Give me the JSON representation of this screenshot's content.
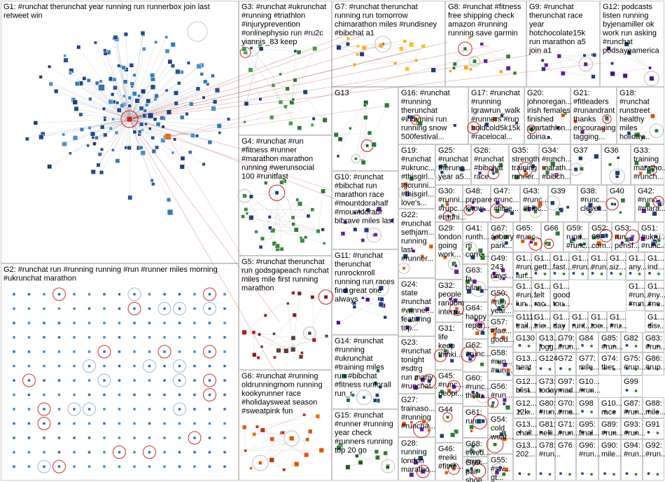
{
  "groups": [
    {
      "id": "G1",
      "lines": [
        "G1: #runchat therunchat year running run runnerbox join last",
        "retweet win"
      ]
    },
    {
      "id": "G2",
      "lines": [
        "G2: #runchat run #running running #run #runner miles morning",
        "#ukrunchat marathon"
      ]
    },
    {
      "id": "G3",
      "lines": [
        "G3: #runchat #ukrunchat",
        "#running #triathlon",
        "#injuryprevention",
        "#onlinephysio run #ru2c",
        "yiannis_83 keep"
      ]
    },
    {
      "id": "G4",
      "lines": [
        "G4: #runchat #run",
        "#fitness #runner",
        "#marathon marathon",
        "running #werunsocial",
        "100 #runitfast"
      ]
    },
    {
      "id": "G5",
      "lines": [
        "G5: #runchat therunchat",
        "run godsgapeach runchat",
        "miles mile first running",
        "marathon"
      ]
    },
    {
      "id": "G6",
      "lines": [
        "G6: #runchat #running",
        "oldrunningmom running",
        "kookyrunner race",
        "#holidaysweat season",
        "#sweatpink fun"
      ]
    },
    {
      "id": "G7",
      "lines": [
        "G7: #runchat therunchat",
        "running run tomorrow",
        "chimarathon miles #rundisney",
        "#bibchat a1"
      ]
    },
    {
      "id": "G8",
      "lines": [
        "G8: #runchat #fitness",
        "free shipping check",
        "amazon #running",
        "running save garmin"
      ]
    },
    {
      "id": "G9",
      "lines": [
        "G9: #runchat",
        "therunchat race",
        "year",
        "hotchocolate15k",
        "run marathon a5",
        "join a1"
      ]
    },
    {
      "id": "G10",
      "lines": [
        "G10: #runchat",
        "#bibchat run",
        "marathon race",
        "#mountdorahalf",
        "#mountdorabr",
        "bibrave miles last"
      ]
    },
    {
      "id": "G11",
      "lines": [
        "G11: #runchat",
        "therunchat",
        "runrocknroll",
        "running run races",
        "find great one",
        "always"
      ]
    },
    {
      "id": "G12",
      "lines": [
        "G12: podcasts",
        "listen running",
        "byjenamiller ok",
        "work run asking",
        "#runchat",
        "podsayeamerica"
      ]
    },
    {
      "id": "G13",
      "lines": [
        "G13"
      ]
    },
    {
      "id": "G14",
      "lines": [
        "G14: #runchat",
        "#running",
        "#ukrunchat",
        "#training miles",
        "run #bibchat",
        "#fitness runforall",
        "run_r"
      ]
    },
    {
      "id": "G15",
      "lines": [
        "G15: #runchat",
        "#runner #running",
        "year check",
        "#runners running",
        "top 20 go"
      ]
    },
    {
      "id": "G16",
      "lines": [
        "G16: #runchat",
        "#running",
        "therunchat",
        "#indymini run",
        "running snow",
        "500festival..."
      ]
    },
    {
      "id": "G17",
      "lines": [
        "G17: #runchat",
        "#running",
        "lgrawrun_walk",
        "#runners #run",
        "boldcold5k15k",
        "#racelocal..."
      ]
    },
    {
      "id": "G18",
      "lines": [
        "G18:",
        "#runchat",
        "runstreet",
        "healthy",
        "miles",
        "holiday..."
      ]
    },
    {
      "id": "G19",
      "lines": [
        "G19:",
        "#runchat",
        "#ukrunc...",
        "#thisgirl...",
        "tgcrunni...",
        "#thisgirl...",
        "love's..."
      ]
    },
    {
      "id": "G20",
      "lines": [
        "G20:",
        "johnoregan...",
        "irish females",
        "finished",
        "spartathlon...",
        "doina..."
      ]
    },
    {
      "id": "G21",
      "lines": [
        "G21:",
        "#fitleaders",
        "#runandrant",
        "thanks",
        "encouraging",
        "tagging..."
      ]
    },
    {
      "id": "G22",
      "lines": [
        "G22:",
        "#runchat",
        "sethjam...",
        "running",
        "last",
        "#runner..."
      ]
    },
    {
      "id": "G23",
      "lines": [
        "G23:",
        "#runchat",
        "tonight",
        "#sdtrg",
        "run many",
        "#runchat..."
      ]
    },
    {
      "id": "G24",
      "lines": [
        "G24:",
        "state",
        "#runchat",
        "#winner...",
        "featuring",
        "top..."
      ]
    },
    {
      "id": "G25",
      "lines": [
        "G25:",
        "#runchat",
        "therunc...",
        "year a5..."
      ]
    },
    {
      "id": "G26",
      "lines": [
        "G26:",
        "#runchat",
        "#bibchat",
        "race..."
      ]
    },
    {
      "id": "G27",
      "lines": [
        "G27:",
        "trainaso...",
        "#running",
        "#runcha..."
      ]
    },
    {
      "id": "G28",
      "lines": [
        "G28:",
        "running",
        "london",
        "maratho..."
      ]
    },
    {
      "id": "G29",
      "lines": [
        "G29:",
        "london",
        "going",
        "work..."
      ]
    },
    {
      "id": "G30",
      "lines": [
        "G30:",
        "#runni...",
        "#rupc...",
        "#runni..."
      ]
    },
    {
      "id": "G31",
      "lines": [
        "G31:",
        "life",
        "keep",
        "thinki..."
      ]
    },
    {
      "id": "G32",
      "lines": [
        "G32:",
        "people",
        "random",
        "intern..."
      ]
    },
    {
      "id": "G33",
      "lines": [
        "G33:",
        "training",
        "maratho...",
        "#runch..."
      ]
    },
    {
      "id": "G34",
      "lines": [
        "G34:",
        "#runch...",
        "marath...",
        "#bibch..."
      ]
    },
    {
      "id": "G35",
      "lines": [
        "G35:",
        "strength",
        "training",
        "runner..."
      ]
    },
    {
      "id": "G36",
      "lines": [
        "G36"
      ]
    },
    {
      "id": "G37",
      "lines": [
        "G37"
      ]
    },
    {
      "id": "G38",
      "lines": [
        "G38:",
        "#runc...",
        "clevel..."
      ]
    },
    {
      "id": "G39",
      "lines": [
        "G39"
      ]
    },
    {
      "id": "G40",
      "lines": [
        "G40"
      ]
    },
    {
      "id": "G41",
      "lines": [
        "G41:",
        "runth...",
        "rti",
        "corre..."
      ]
    },
    {
      "id": "G42",
      "lines": [
        "G42:",
        "#runc...",
        "#mara..."
      ]
    },
    {
      "id": "G43",
      "lines": [
        "G43:",
        "#runc...",
        "#bibc..."
      ]
    },
    {
      "id": "G44",
      "lines": [
        "G44"
      ]
    },
    {
      "id": "G45",
      "lines": [
        "G45:",
        "#runc...",
        "peopl..."
      ]
    },
    {
      "id": "G46",
      "lines": [
        "G46:",
        "#reiki",
        "#fitne..."
      ]
    },
    {
      "id": "G47",
      "lines": [
        "G47:",
        "#runc...",
        "#fitne..."
      ]
    },
    {
      "id": "G48",
      "lines": [
        "G48:",
        "prepare",
        "know..."
      ]
    },
    {
      "id": "G49",
      "lines": [
        "G49:",
        "243",
        "days..."
      ]
    },
    {
      "id": "G50",
      "lines": [
        "G50:",
        "#run...",
        "year..."
      ]
    },
    {
      "id": "G51",
      "lines": [
        "G51:",
        "#ukru...",
        "#runc..."
      ]
    },
    {
      "id": "G52",
      "lines": [
        "G52:",
        "00",
        "com..."
      ]
    },
    {
      "id": "G53",
      "lines": [
        "G53:",
        "run",
        "pensf..."
      ]
    },
    {
      "id": "G54",
      "lines": [
        "G54:",
        "cold",
        "weat..."
      ]
    },
    {
      "id": "G55",
      "lines": [
        "G55:",
        "#sw...",
        "gt..."
      ]
    },
    {
      "id": "G56",
      "lines": [
        "G56:",
        "#run..."
      ]
    },
    {
      "id": "G57",
      "lines": [
        "G57:",
        "#fac...",
        "good..."
      ]
    },
    {
      "id": "G58",
      "lines": [
        "G58:",
        "#run...",
        "#run..."
      ]
    },
    {
      "id": "G59",
      "lines": [
        "G59:",
        "rund...",
        "#runc..."
      ]
    },
    {
      "id": "G60",
      "lines": [
        "G60:",
        "#runc...",
        "theru..."
      ]
    },
    {
      "id": "G61",
      "lines": [
        "G61:",
        "run"
      ]
    },
    {
      "id": "G62",
      "lines": [
        "G62:",
        "#runc..."
      ]
    },
    {
      "id": "G63",
      "lines": [
        "G63:",
        "fa",
        "bilan..."
      ]
    },
    {
      "id": "G64",
      "lines": [
        "G64:",
        "happy",
        "repor..."
      ]
    },
    {
      "id": "G65",
      "lines": [
        "G65:",
        "#runc..."
      ]
    },
    {
      "id": "G66",
      "lines": [
        "G66"
      ]
    },
    {
      "id": "G67",
      "lines": [
        "G67:",
        "asbury",
        "park..."
      ]
    },
    {
      "id": "G68",
      "lines": [
        "G68:",
        "#wed...",
        "#run..."
      ]
    },
    {
      "id": "G69",
      "lines": [
        "G69:",
        "pair",
        "shoe..."
      ]
    },
    {
      "id": "G1a",
      "lines": [
        "G1...",
        "#run...",
        "fun..."
      ]
    },
    {
      "id": "G1b",
      "lines": [
        "G1...",
        "gett..."
      ]
    },
    {
      "id": "G1c",
      "lines": [
        "G1...",
        "fast..."
      ]
    },
    {
      "id": "G1d",
      "lines": [
        "G1...",
        "#run..."
      ]
    },
    {
      "id": "G1e",
      "lines": [
        "G1...",
        "#run..."
      ]
    },
    {
      "id": "G1f",
      "lines": [
        "G1...",
        "siz..."
      ]
    },
    {
      "id": "G1g",
      "lines": [
        "G1...",
        "any..."
      ]
    },
    {
      "id": "G1h",
      "lines": [
        "G1...",
        "ind..."
      ]
    },
    {
      "id": "G1i",
      "lines": [
        "G1...",
        "felt",
        "rac..."
      ]
    },
    {
      "id": "G1j",
      "lines": [
        "G1...",
        "good",
        "tou..."
      ]
    },
    {
      "id": "G1k",
      "lines": [
        "G1...",
        "#run...",
        "#run..."
      ]
    },
    {
      "id": "G1l",
      "lines": [
        "G1...",
        "#run...",
        "lun..."
      ]
    },
    {
      "id": "G1m",
      "lines": [
        "G1...",
        "#ny...",
        "#ne..."
      ]
    },
    {
      "id": "G111",
      "lines": [
        "G111:",
        "trail..."
      ]
    },
    {
      "id": "G1n",
      "lines": [
        "G1...",
        "trie..."
      ]
    },
    {
      "id": "G1o",
      "lines": [
        "G1...",
        "day"
      ]
    },
    {
      "id": "G1p",
      "lines": [
        "G1...",
        "runt..."
      ]
    },
    {
      "id": "G1q",
      "lines": [
        "G1...",
        "toe..."
      ]
    },
    {
      "id": "G1r",
      "lines": [
        "G1...",
        "#ru..."
      ]
    },
    {
      "id": "G1s",
      "lines": [
        "G1...",
        "dis..."
      ]
    },
    {
      "id": "G130",
      "lines": [
        "G130"
      ]
    },
    {
      "id": "G13a",
      "lines": [
        "G13...",
        "jogg..."
      ]
    },
    {
      "id": "G79",
      "lines": [
        "G79:",
        "#run..."
      ]
    },
    {
      "id": "G84",
      "lines": [
        "G84"
      ]
    },
    {
      "id": "G85",
      "lines": [
        "G85:",
        "#run..."
      ]
    },
    {
      "id": "G82",
      "lines": [
        "G82"
      ]
    },
    {
      "id": "G83",
      "lines": [
        "G83:",
        "#run..."
      ]
    },
    {
      "id": "G13b",
      "lines": [
        "G13...",
        "treat"
      ]
    },
    {
      "id": "G124",
      "lines": [
        "G124"
      ]
    },
    {
      "id": "G72",
      "lines": [
        "G72"
      ]
    },
    {
      "id": "G77",
      "lines": [
        "G77:",
        "mile..."
      ]
    },
    {
      "id": "G74",
      "lines": [
        "G74:",
        "ther..."
      ]
    },
    {
      "id": "G75",
      "lines": [
        "G75:",
        "#run..."
      ]
    },
    {
      "id": "G86",
      "lines": [
        "G86:",
        "#run..."
      ]
    },
    {
      "id": "G12a",
      "lines": [
        "G12...",
        "blist..."
      ]
    },
    {
      "id": "G73",
      "lines": [
        "G73:",
        "today"
      ]
    },
    {
      "id": "G97",
      "lines": [
        "G97:",
        "mad..."
      ]
    },
    {
      "id": "G10a",
      "lines": [
        "G10...",
        "#run..."
      ]
    },
    {
      "id": "G99",
      "lines": [
        "G99"
      ]
    },
    {
      "id": "G12b",
      "lines": [
        "G12...",
        "12k..."
      ]
    },
    {
      "id": "G80",
      "lines": [
        "G80:",
        "#run..."
      ]
    },
    {
      "id": "G70",
      "lines": [
        "G70:",
        "#ma..."
      ]
    },
    {
      "id": "G98",
      "lines": [
        "G98"
      ]
    },
    {
      "id": "G10b",
      "lines": [
        "G10...",
        "race"
      ]
    },
    {
      "id": "G87",
      "lines": [
        "G87:",
        "#run..."
      ]
    },
    {
      "id": "G88",
      "lines": [
        "G88:",
        "mile..."
      ]
    },
    {
      "id": "G13c",
      "lines": [
        "G13...",
        "chall..."
      ]
    },
    {
      "id": "G81",
      "lines": [
        "G81:",
        "nelli..."
      ]
    },
    {
      "id": "G71",
      "lines": [
        "G71:",
        "#run..."
      ]
    },
    {
      "id": "G95",
      "lines": [
        "G95:",
        "final..."
      ]
    },
    {
      "id": "G89",
      "lines": [
        "G89:",
        "#run..."
      ]
    },
    {
      "id": "G93",
      "lines": [
        "G93:",
        "#run..."
      ]
    },
    {
      "id": "G91",
      "lines": [
        "G91"
      ]
    },
    {
      "id": "G13d",
      "lines": [
        "G13...",
        "202..."
      ]
    },
    {
      "id": "G78",
      "lines": [
        "G78:",
        "#run..."
      ]
    },
    {
      "id": "G76",
      "lines": [
        "G76"
      ]
    },
    {
      "id": "G96",
      "lines": [
        "G96:",
        "#run..."
      ]
    },
    {
      "id": "G90",
      "lines": [
        "G90:",
        "mile..."
      ]
    },
    {
      "id": "G94",
      "lines": [
        "G94:",
        "#run..."
      ]
    },
    {
      "id": "G92",
      "lines": [
        "G92:",
        "#run..."
      ]
    }
  ],
  "colors": {
    "border": "#c8c8c8",
    "node": "#1f3f7a",
    "edge": "#9a9a9a",
    "self_loop": "#cc2020"
  }
}
